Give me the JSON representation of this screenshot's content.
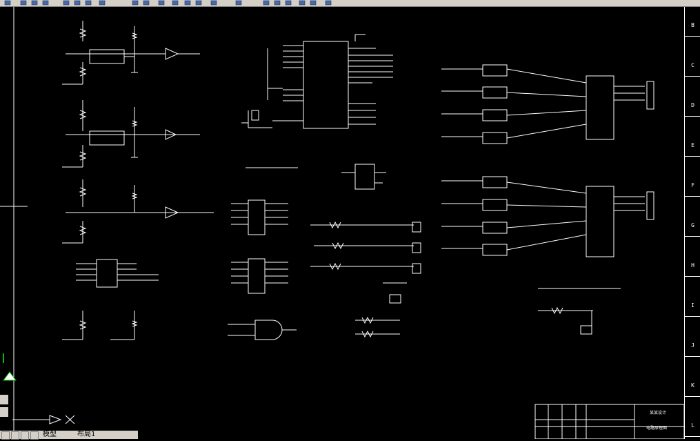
{
  "toolbar": {
    "icons": [
      "new-icon",
      "open-icon",
      "save-icon",
      "print-icon",
      "cut-icon",
      "copy-icon",
      "paste-icon",
      "match-properties-icon",
      "undo-icon",
      "redo-icon",
      "pan-icon",
      "zoom-realtime-icon",
      "zoom-window-icon",
      "zoom-previous-icon",
      "properties-icon",
      "design-center-icon",
      "tool-palettes-icon",
      "sheet-set-icon",
      "markup-icon",
      "calculator-icon",
      "help-icon",
      "layer-icon"
    ]
  },
  "ruler": {
    "labels": [
      "B",
      "C",
      "D",
      "E",
      "F",
      "G",
      "H",
      "I",
      "J",
      "K",
      "L"
    ]
  },
  "tabs": {
    "model": "模型",
    "layout1": "布局1"
  },
  "colors": {
    "background": "#000000",
    "lines": "#ffffff",
    "ui": "#d4d0c8",
    "palette_green": "#00c000"
  },
  "titleblock": {
    "title": "某某设计",
    "drawing_name": "电路原理图"
  }
}
